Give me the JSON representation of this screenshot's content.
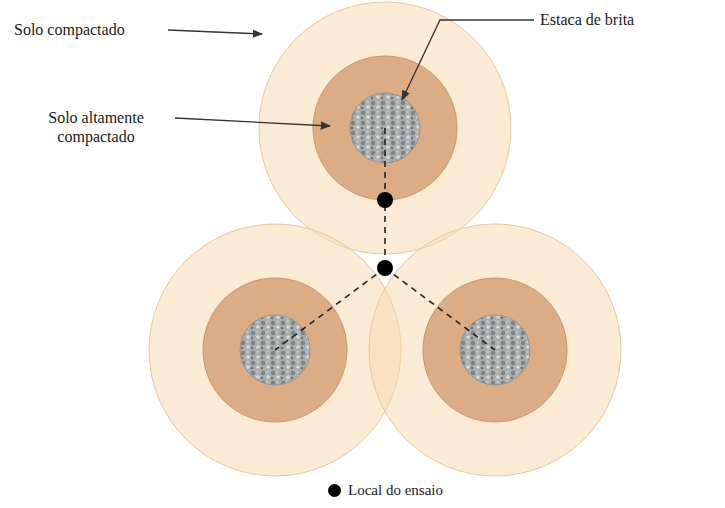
{
  "diagram": {
    "labels": [
      "Solo compactado",
      "Solo altamente compactado",
      "Estaca de brita"
    ],
    "legend": [
      {
        "text": "Local do ensaio",
        "color": "#000000"
      }
    ]
  }
}
